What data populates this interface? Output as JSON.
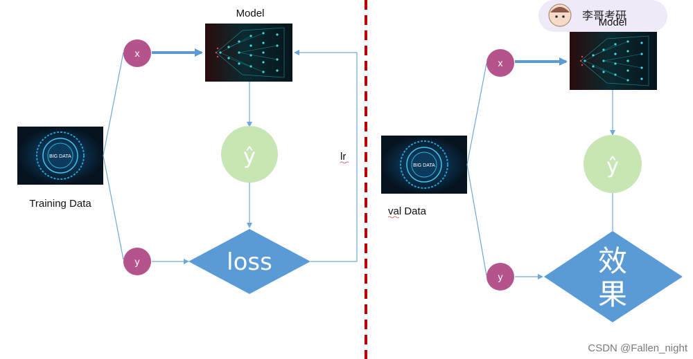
{
  "left": {
    "model_label": "Model",
    "input_label": "Training Data",
    "x_node": "x",
    "y_node": "y",
    "yhat_node": "ŷ",
    "loss_label": "loss",
    "lr_label": "lr"
  },
  "right": {
    "model_label": "Model",
    "input_label": "val Data",
    "x_node": "x",
    "y_node": "y",
    "yhat_node": "ŷ",
    "result_line1": "效",
    "result_line2": "果"
  },
  "badge": {
    "text": "李哥考研"
  },
  "image_text": {
    "big_data": "BIG DATA"
  },
  "watermark": {
    "text": "CSDN @Fallen_night"
  },
  "colors": {
    "x_y_nodes": "#b5548c",
    "yhat_node": "#c8e6b4",
    "diamond": "#5b9bd5",
    "arrows": "#6fa7d8",
    "divider": "#c00000"
  }
}
